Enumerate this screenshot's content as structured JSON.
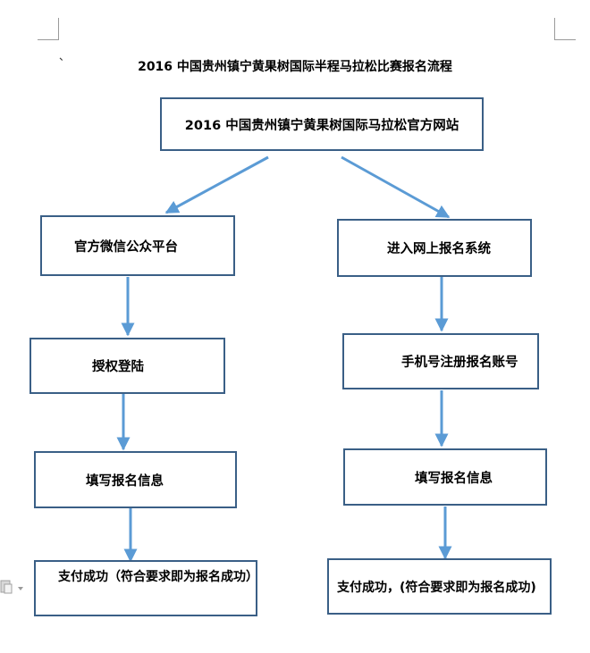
{
  "page": {
    "corner_mark": "、",
    "title": "2016 中国贵州镇宁黄果树国际半程马拉松比赛报名流程"
  },
  "diagram": {
    "root": "2016 中国贵州镇宁黄果树国际马拉松官方网站",
    "left_branch": [
      "官方微信公众平台",
      "授权登陆",
      "填写报名信息",
      "支付成功（符合要求即为报名成功）"
    ],
    "right_branch": [
      "进入网上报名系统",
      "手机号注册报名账号",
      "填写报名信息",
      "支付成功，(符合要求即为报名成功)"
    ],
    "colors": {
      "box_border": "#3a5f86",
      "arrow": "#5b9bd5"
    }
  }
}
